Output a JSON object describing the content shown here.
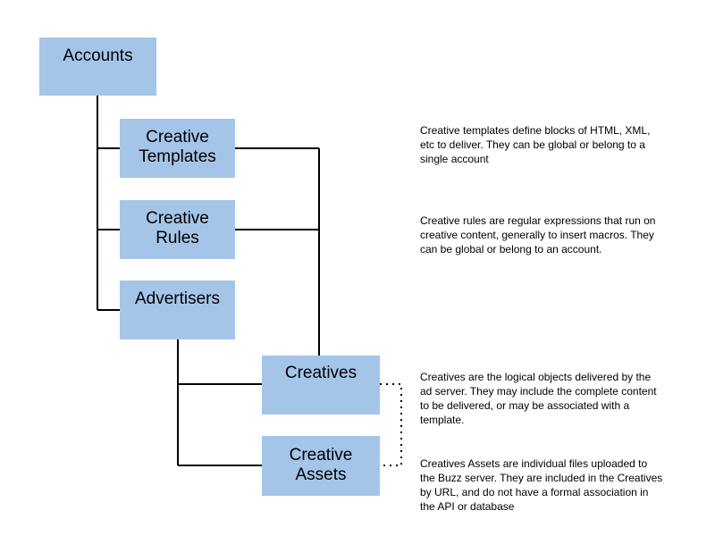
{
  "nodes": {
    "accounts": {
      "lines": [
        "Accounts"
      ]
    },
    "creative_templates": {
      "lines": [
        "Creative",
        "Templates"
      ]
    },
    "creative_rules": {
      "lines": [
        "Creative",
        "Rules"
      ]
    },
    "advertisers": {
      "lines": [
        "Advertisers"
      ]
    },
    "creatives": {
      "lines": [
        "Creatives"
      ]
    },
    "creative_assets": {
      "lines": [
        "Creative",
        "Assets"
      ]
    }
  },
  "notes": {
    "templates": {
      "lines": [
        "Creative templates define blocks of HTML, XML,",
        "etc to deliver. They can be global or belong to a",
        "single account"
      ]
    },
    "rules": {
      "lines": [
        "Creative rules are regular expressions that run on",
        "creative content, generally to insert macros. They",
        "can be global or belong to an account."
      ]
    },
    "creatives": {
      "lines": [
        "Creatives are the logical objects delivered by the",
        "ad server. They may include the complete content",
        "to be delivered, or may be associated with a",
        "template."
      ]
    },
    "assets": {
      "lines": [
        "Creatives Assets are individual files uploaded to",
        "the Buzz server. They are included in the Creatives",
        "by URL, and do not have a formal association in",
        "the API or database"
      ]
    }
  },
  "colors": {
    "box_fill": "#a4c5e8",
    "line": "#000000",
    "background": "#ffffff"
  }
}
